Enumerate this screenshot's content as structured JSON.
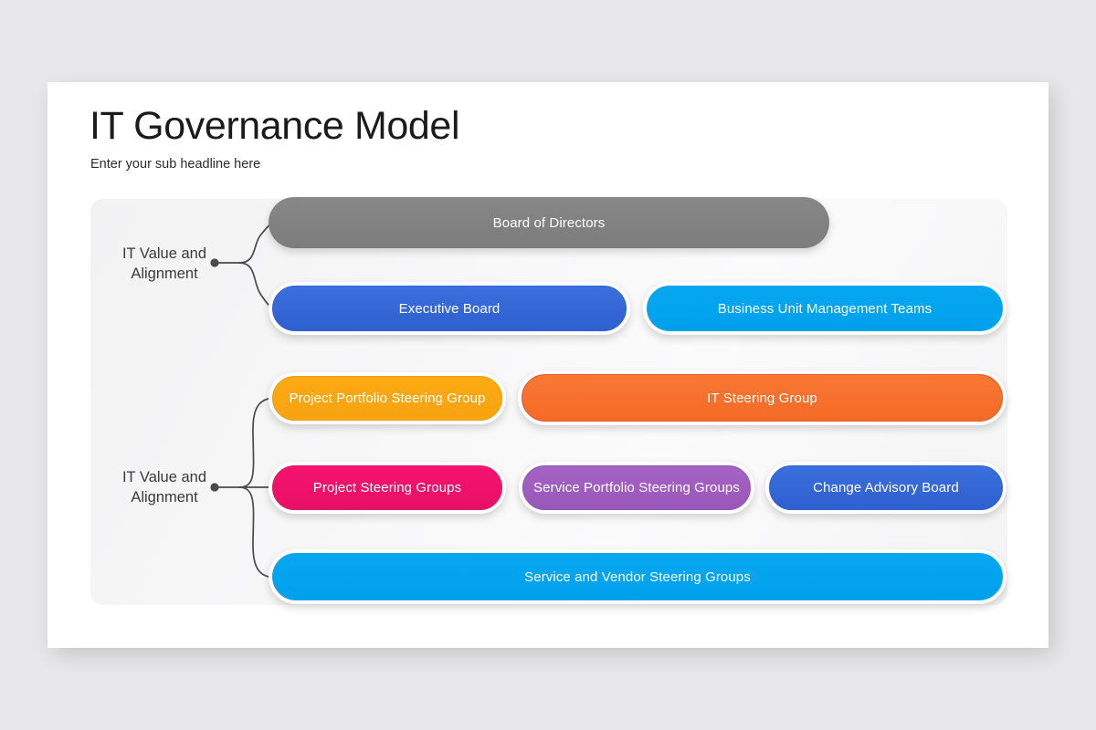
{
  "slide": {
    "title": "IT Governance Model",
    "subtitle": "Enter your sub headline here"
  },
  "diagram": {
    "branches": [
      {
        "id": "top",
        "label": "IT Value and\nAlignment"
      },
      {
        "id": "bottom",
        "label": "IT Value and\nAlignment"
      }
    ],
    "nodes": [
      {
        "id": "board",
        "label": "Board of Directors",
        "color": "#7f7f7f",
        "style": "plain",
        "row": 1
      },
      {
        "id": "exec",
        "label": "Executive Board",
        "color": "#3b6fdd",
        "style": "ringed",
        "row": 2
      },
      {
        "id": "bumt",
        "label": "Business Unit Management Teams",
        "color": "#06a7f0",
        "style": "ringed",
        "row": 2
      },
      {
        "id": "ppsg",
        "label": "Project Portfolio Steering Group",
        "color": "#fcaa13",
        "style": "ringed",
        "row": 3
      },
      {
        "id": "itsg",
        "label": "IT Steering Group",
        "color": "#f87734",
        "style": "ringed",
        "row": 3
      },
      {
        "id": "psg",
        "label": "Project Steering Groups",
        "color": "#f4136e",
        "style": "ringed",
        "row": 4
      },
      {
        "id": "spsg",
        "label": "Service Portfolio Steering Groups",
        "color": "#a563c4",
        "style": "ringed",
        "row": 4
      },
      {
        "id": "cab",
        "label": "Change Advisory Board",
        "color": "#3b6fdd",
        "style": "ringed",
        "row": 4
      },
      {
        "id": "svsg",
        "label": "Service and Vendor Steering Groups",
        "color": "#06a7f0",
        "style": "ringed",
        "row": 5
      }
    ],
    "connector_color": "#4a4a4a"
  }
}
